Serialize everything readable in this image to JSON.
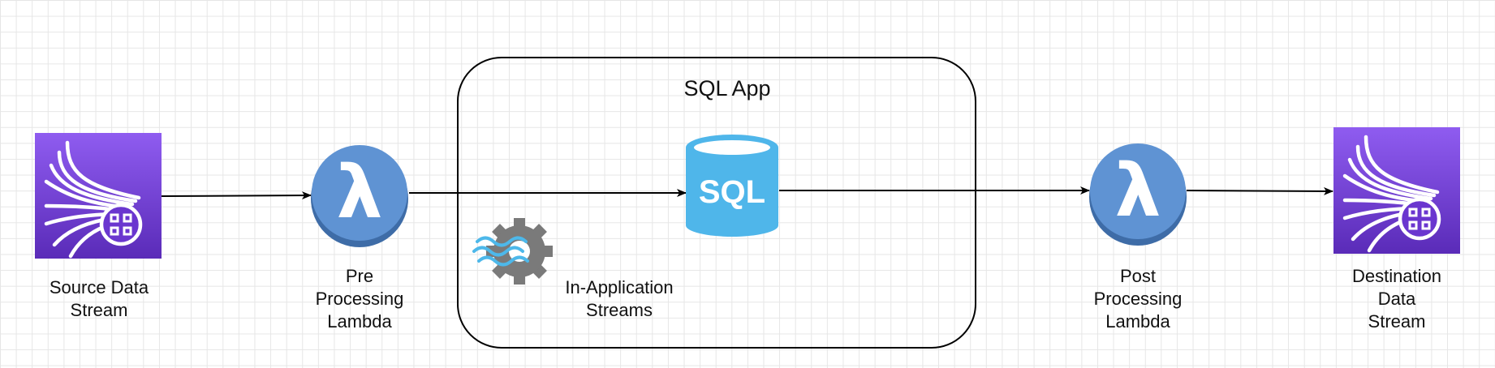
{
  "diagram": {
    "container": {
      "title": "SQL App"
    },
    "nodes": {
      "source": {
        "label": "Source Data\nStream",
        "icon": "kinesis-data-streams-icon",
        "color": "#7b3fe4"
      },
      "pre_lambda": {
        "label": "Pre\nProcessing\nLambda",
        "icon": "lambda-icon",
        "color": "#5b8ed0"
      },
      "sql": {
        "label": "SQL",
        "icon": "sql-database-icon",
        "color": "#4db8ea"
      },
      "in_app_streams": {
        "label": "In-Application\nStreams",
        "icon": "in-application-streams-icon"
      },
      "post_lambda": {
        "label": "Post\nProcessing\nLambda",
        "icon": "lambda-icon",
        "color": "#5b8ed0"
      },
      "destination": {
        "label": "Destination\nData\nStream",
        "icon": "kinesis-data-streams-icon",
        "color": "#7b3fe4"
      }
    },
    "edges": [
      {
        "from": "source",
        "to": "pre_lambda"
      },
      {
        "from": "pre_lambda",
        "to": "sql"
      },
      {
        "from": "sql",
        "to": "post_lambda"
      },
      {
        "from": "post_lambda",
        "to": "destination"
      }
    ]
  }
}
